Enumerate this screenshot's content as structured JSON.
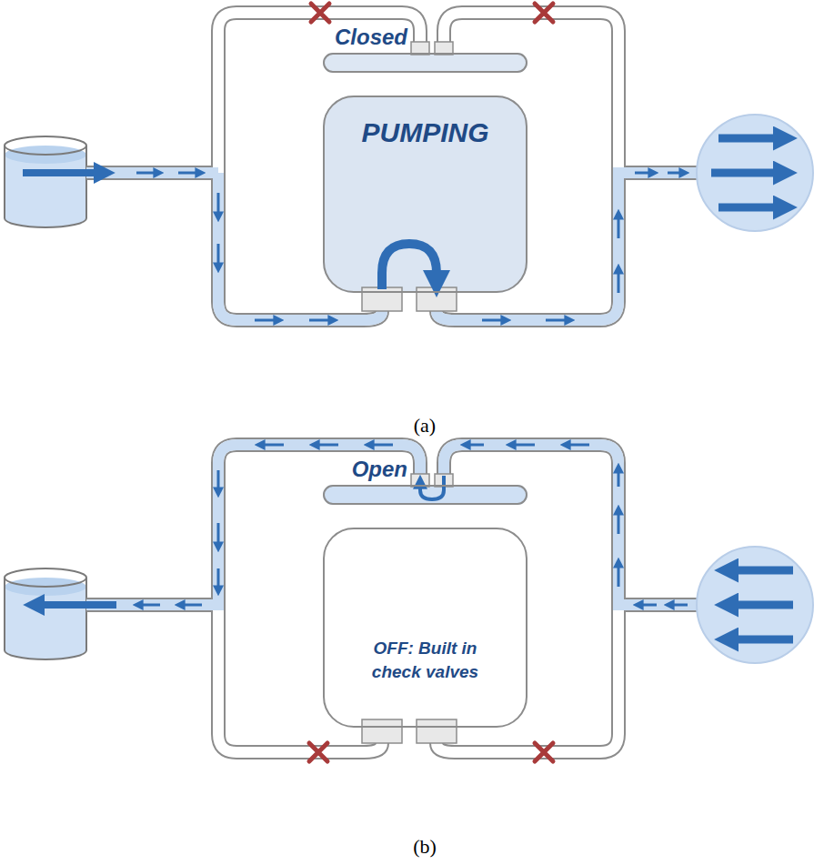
{
  "diagram": {
    "nodes": [
      {
        "text": [
          "Closed"
        ]
      },
      {
        "text": [
          "PUMPING"
        ]
      },
      {
        "text": [
          "Open"
        ]
      },
      {
        "text": [
          "OFF: Built in check valves"
        ]
      }
    ],
    "labels": [
      "(a)",
      "(b)"
    ]
  }
}
